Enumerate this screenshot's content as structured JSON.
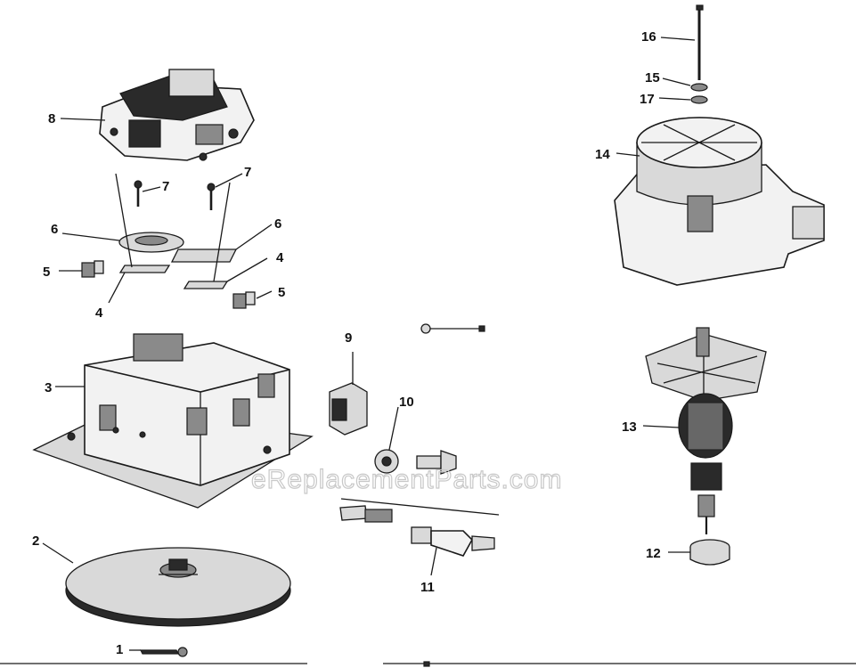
{
  "watermark": "eReplacementParts.com",
  "callouts": {
    "p1": "1",
    "p2": "2",
    "p3": "3",
    "p4a": "4",
    "p4b": "4",
    "p5a": "5",
    "p5b": "5",
    "p6a": "6",
    "p6b": "6",
    "p7a": "7",
    "p7b": "7",
    "p8": "8",
    "p9": "9",
    "p10": "10",
    "p11": "11",
    "p12": "12",
    "p13": "13",
    "p14": "14",
    "p15": "15",
    "p16": "16",
    "p17": "17"
  }
}
